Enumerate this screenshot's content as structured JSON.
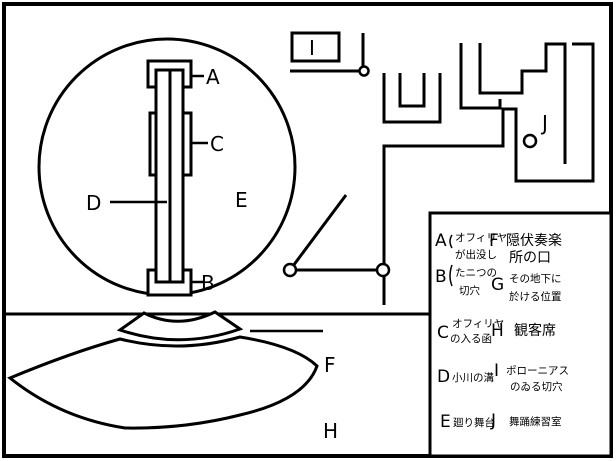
{
  "diagram": {
    "colors": {
      "stroke": "#000000",
      "background": "#ffffff"
    },
    "labels": {
      "A": "A",
      "B": "B",
      "C": "C",
      "D": "D",
      "E": "E",
      "F": "F",
      "G": "G",
      "H": "H",
      "I": "I",
      "J": "J"
    },
    "legend": [
      {
        "key": "A",
        "lines": [
          "オフィリヤ",
          "が出没し"
        ]
      },
      {
        "key": "B",
        "lines": [
          "たニつの",
          "切穴"
        ]
      },
      {
        "key": "C",
        "lines": [
          "オフィリヤ",
          "の入る函"
        ]
      },
      {
        "key": "D",
        "lines": [
          "小川の溝"
        ]
      },
      {
        "key": "E",
        "lines": [
          "廻り舞台"
        ]
      },
      {
        "key": "F",
        "lines": [
          "隠伏奏楽",
          "所の口"
        ]
      },
      {
        "key": "G",
        "lines": [
          "その地下に",
          "於ける位置"
        ]
      },
      {
        "key": "H",
        "lines": [
          "観客席"
        ]
      },
      {
        "key": "I",
        "lines": [
          "ポローニアス",
          "のゐる切穴"
        ]
      },
      {
        "key": "J",
        "lines": [
          "舞踊練習室"
        ]
      }
    ]
  }
}
